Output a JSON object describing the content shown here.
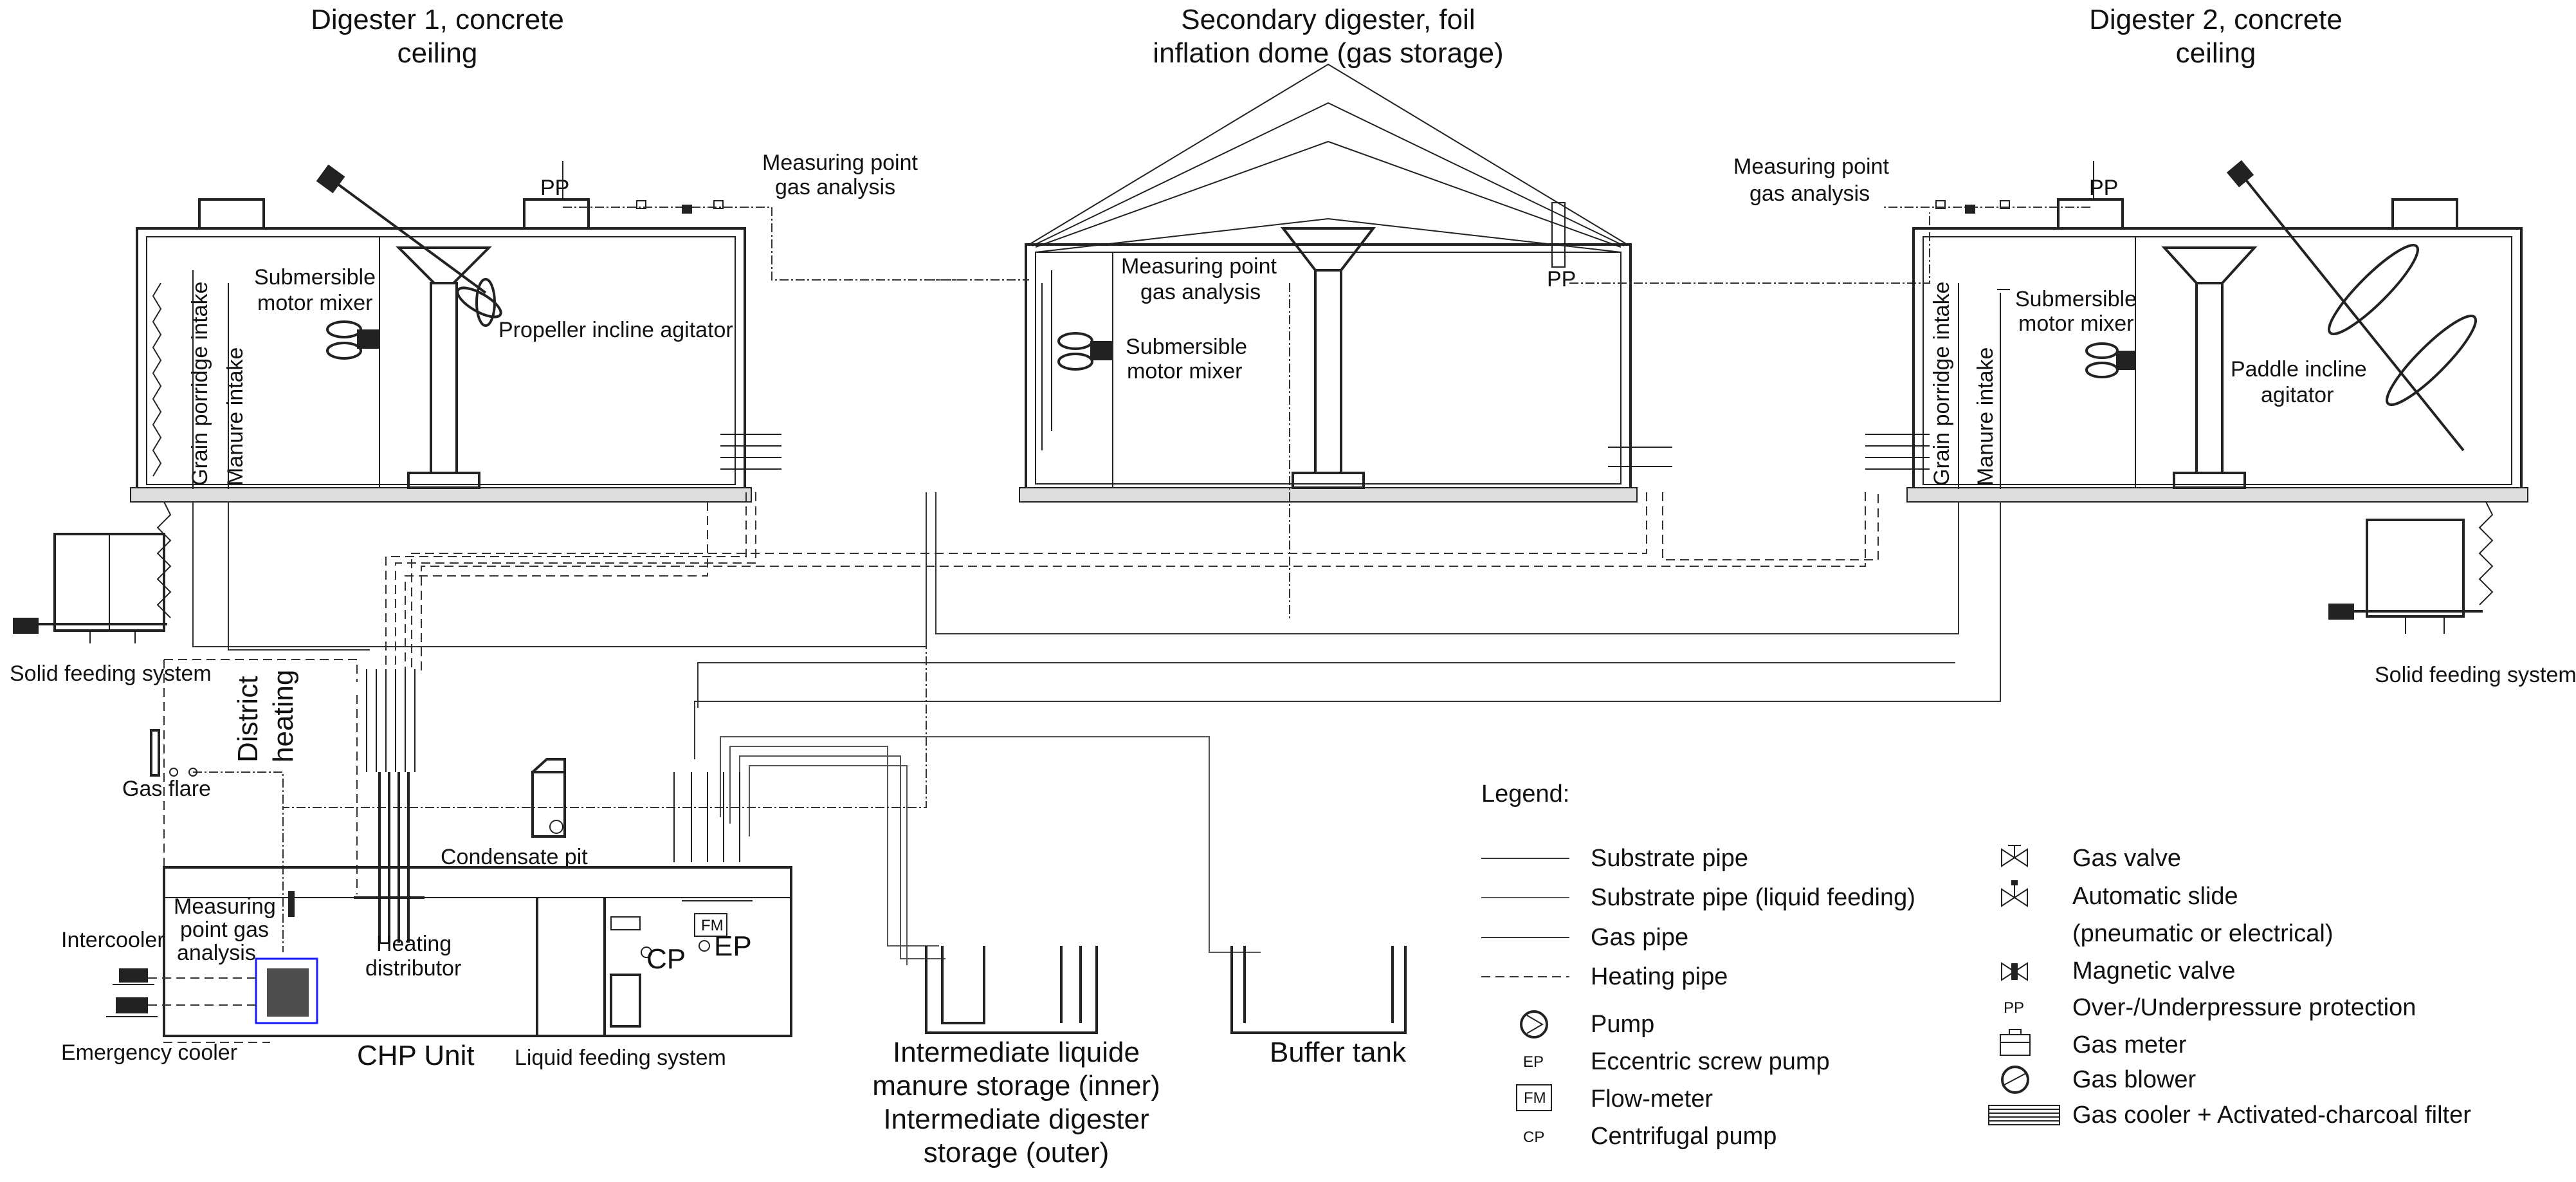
{
  "titles": {
    "digester1": [
      "Digester 1, concrete",
      "ceiling"
    ],
    "secondary": [
      "Secondary digester,  foil",
      "inflation dome (gas storage)"
    ],
    "digester2": [
      "Digester 2, concrete",
      "ceiling"
    ]
  },
  "labels": {
    "pp": "PP",
    "ep": "EP",
    "cp": "CP",
    "fm": "FM",
    "measuring_point_1": [
      "Measuring point",
      "gas analysis"
    ],
    "measuring_point_2": [
      "Measuring point",
      "gas analysis"
    ],
    "measuring_point_3": [
      "Measuring point",
      "gas analysis"
    ],
    "measuring_point_chp": [
      "Measuring",
      "point gas",
      "analysis"
    ],
    "submersible_mixer": [
      "Submersible",
      "motor mixer"
    ],
    "propeller_agitator": "Propeller incline agitator",
    "paddle_agitator": [
      "Paddle incline",
      "agitator"
    ],
    "grain_porridge_intake": "Grain porridge intake",
    "manure_intake": "Manure intake",
    "solid_feeding_system": "Solid feeding system",
    "district_heating": [
      "District",
      "heating"
    ],
    "gas_flare": "Gas flare",
    "condensate_pit": "Condensate pit",
    "intercooler": "Intercooler",
    "emergency_cooler": "Emergency cooler",
    "heating_distributor": [
      "Heating",
      "distributor"
    ],
    "chp_unit": "CHP Unit",
    "liquid_feeding_system": "Liquid feeding system",
    "intermediate_storage": [
      "Intermediate liquide",
      "manure storage (inner)",
      "Intermediate digester",
      "storage  (outer)"
    ],
    "buffer_tank": "Buffer tank"
  },
  "legend": {
    "title": "Legend:",
    "lines": [
      {
        "style": "substrate",
        "label": "Substrate pipe"
      },
      {
        "style": "substrate-liquid",
        "label": "Substrate pipe (liquid feeding)"
      },
      {
        "style": "gas",
        "label": "Gas pipe"
      },
      {
        "style": "heating",
        "label": "Heating pipe"
      }
    ],
    "symbols_left": [
      {
        "icon": "pump-icon",
        "symbol": "",
        "label": "Pump"
      },
      {
        "icon": "eccentric-screw-pump-icon",
        "symbol": "EP",
        "label": "Eccentric screw pump"
      },
      {
        "icon": "flow-meter-icon",
        "symbol": "FM",
        "label": "Flow-meter"
      },
      {
        "icon": "centrifugal-pump-icon",
        "symbol": "CP",
        "label": "Centrifugal pump"
      }
    ],
    "symbols_right": [
      {
        "icon": "gas-valve-icon",
        "symbol": "",
        "label": "Gas valve"
      },
      {
        "icon": "automatic-slide-icon",
        "symbol": "",
        "label": "Automatic slide"
      },
      {
        "icon": "",
        "symbol": "",
        "label": "(pneumatic or electrical)"
      },
      {
        "icon": "magnetic-valve-icon",
        "symbol": "",
        "label": "Magnetic valve"
      },
      {
        "icon": "pressure-protection-icon",
        "symbol": "PP",
        "label": "Over-/Underpressure protection"
      },
      {
        "icon": "gas-meter-icon",
        "symbol": "",
        "label": "Gas meter"
      },
      {
        "icon": "gas-blower-icon",
        "symbol": "",
        "label": "Gas blower"
      },
      {
        "icon": "gas-cooler-filter-icon",
        "symbol": "",
        "label": "Gas cooler + Activated-charcoal filter"
      }
    ]
  },
  "colors": {
    "line": "#222222",
    "engine_box": "#1a1aff"
  }
}
